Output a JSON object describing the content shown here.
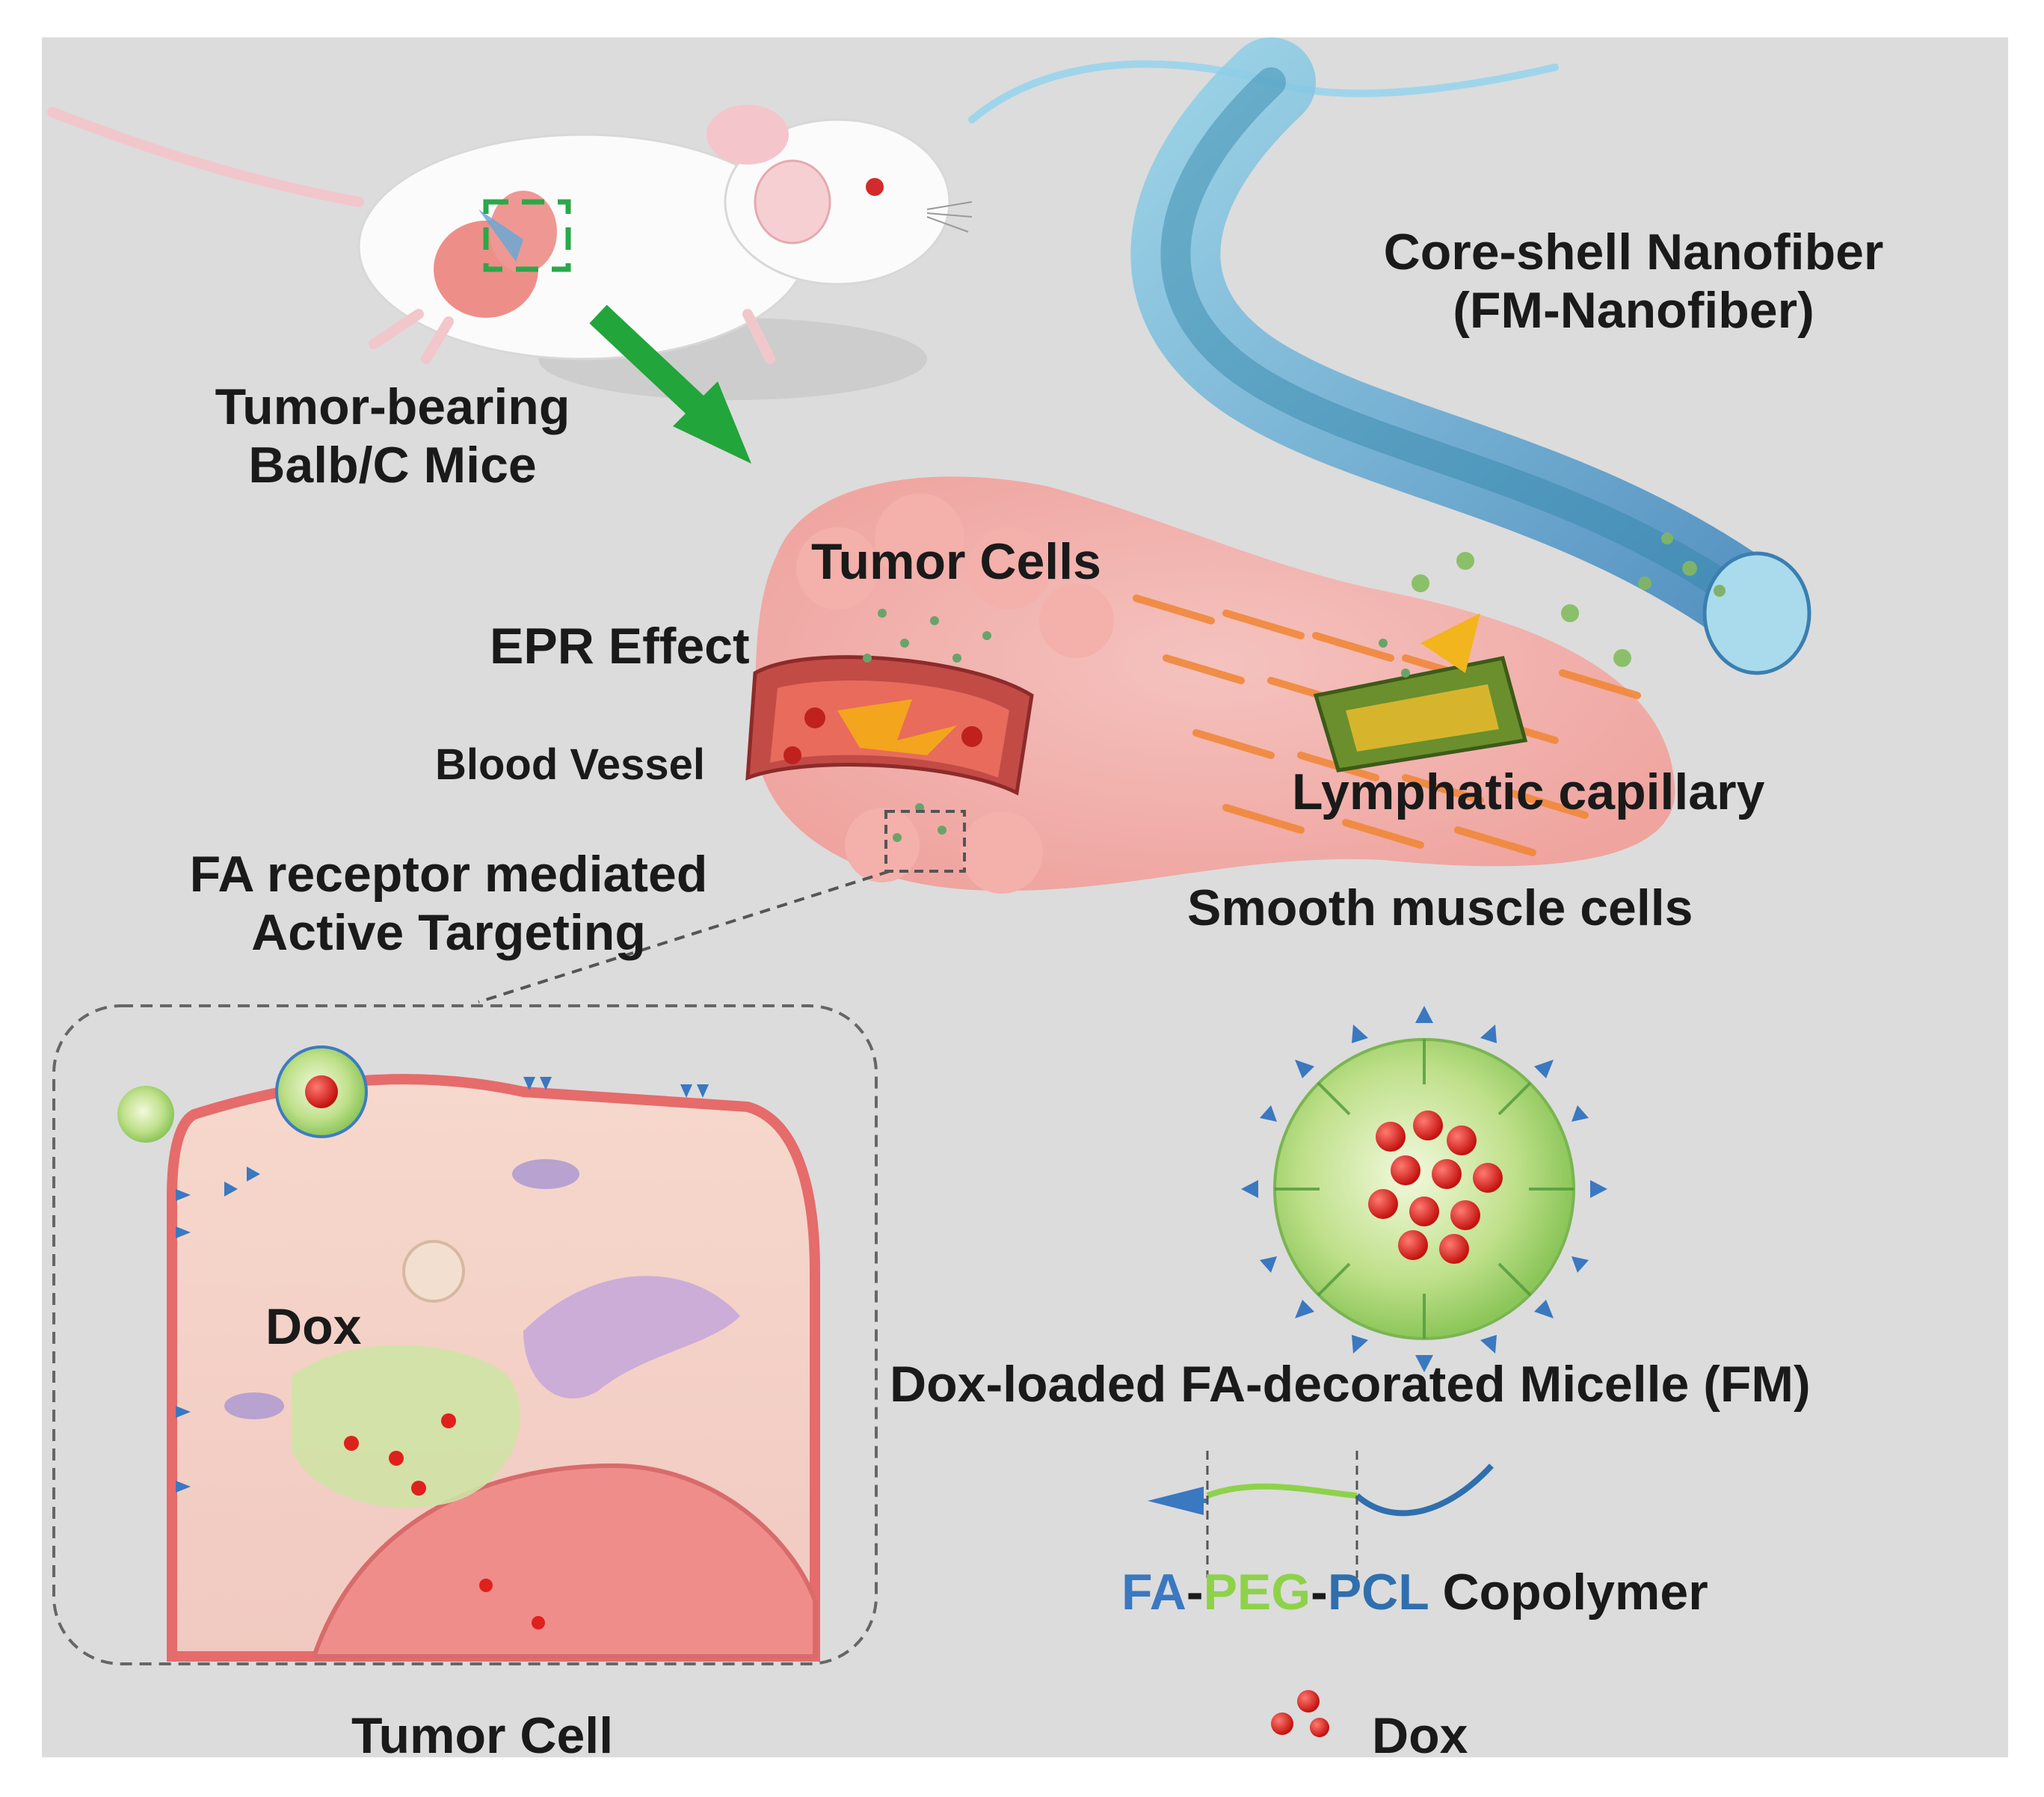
{
  "figure": {
    "labels": {
      "mouse_line1": "Tumor-bearing",
      "mouse_line2": "Balb/C Mice",
      "nanofiber_line1": "Core-shell Nanofiber",
      "nanofiber_line2": "(FM-Nanofiber)",
      "tumor_cells": "Tumor Cells",
      "epr_effect": "EPR Effect",
      "blood_vessel": "Blood Vessel",
      "lymphatic_capillary": "Lymphatic capillary",
      "smooth_muscle": "Smooth muscle cells",
      "targeting_line1": "FA receptor mediated",
      "targeting_line2": "Active Targeting",
      "dox_inset": "Dox",
      "tumor_cell": "Tumor Cell",
      "micelle_caption": "Dox-loaded FA-decorated Micelle (FM)",
      "copolymer_fa": "FA",
      "copolymer_dash1": "-",
      "copolymer_peg": "PEG",
      "copolymer_dash2": "-",
      "copolymer_pcl": "PCL",
      "copolymer_suffix": " Copolymer",
      "dox_legend": "Dox"
    },
    "colors": {
      "background": "#dcdcdc",
      "fa": "#3a78c0",
      "peg": "#8ed24a",
      "pcl": "#2f6fae",
      "dox": "#e0201c",
      "arrow": "#22a53a",
      "tumor_pink": "#f2a8a6",
      "fiber_blue": "#5fa8d3"
    }
  }
}
